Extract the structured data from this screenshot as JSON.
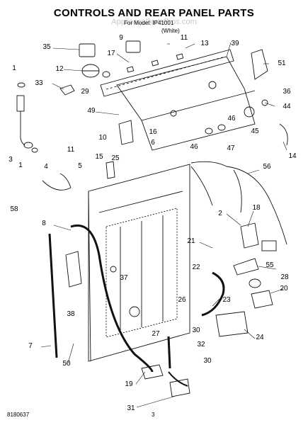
{
  "header": {
    "title": "CONTROLS AND REAR PANEL PARTS",
    "model": "For Model: IP41001",
    "variant": "(White)",
    "watermark": "AppliancePartsPros.com"
  },
  "footer": {
    "doc_number": "8180637",
    "page_number": "3"
  },
  "callouts": [
    {
      "id": "c1a",
      "text": "1"
    },
    {
      "id": "c1b",
      "text": "1"
    },
    {
      "id": "c2",
      "text": "2"
    },
    {
      "id": "c3",
      "text": "3"
    },
    {
      "id": "c4",
      "text": "4"
    },
    {
      "id": "c5",
      "text": "5"
    },
    {
      "id": "c6",
      "text": "6"
    },
    {
      "id": "c7",
      "text": "7"
    },
    {
      "id": "c8",
      "text": "8"
    },
    {
      "id": "c9",
      "text": "9"
    },
    {
      "id": "c10",
      "text": "10"
    },
    {
      "id": "c11a",
      "text": "11"
    },
    {
      "id": "c11b",
      "text": "11"
    },
    {
      "id": "c12",
      "text": "12"
    },
    {
      "id": "c13",
      "text": "13"
    },
    {
      "id": "c14",
      "text": "14"
    },
    {
      "id": "c15",
      "text": "15"
    },
    {
      "id": "c16",
      "text": "16"
    },
    {
      "id": "c17",
      "text": "17"
    },
    {
      "id": "c18",
      "text": "18"
    },
    {
      "id": "c19",
      "text": "19"
    },
    {
      "id": "c20",
      "text": "20"
    },
    {
      "id": "c21",
      "text": "21"
    },
    {
      "id": "c22",
      "text": "22"
    },
    {
      "id": "c23",
      "text": "23"
    },
    {
      "id": "c24",
      "text": "24"
    },
    {
      "id": "c25",
      "text": "25"
    },
    {
      "id": "c26",
      "text": "26"
    },
    {
      "id": "c27",
      "text": "27"
    },
    {
      "id": "c28",
      "text": "28"
    },
    {
      "id": "c29",
      "text": "29"
    },
    {
      "id": "c30a",
      "text": "30"
    },
    {
      "id": "c30b",
      "text": "30"
    },
    {
      "id": "c31",
      "text": "31"
    },
    {
      "id": "c32",
      "text": "32"
    },
    {
      "id": "c33",
      "text": "33"
    },
    {
      "id": "c35",
      "text": "35"
    },
    {
      "id": "c36",
      "text": "36"
    },
    {
      "id": "c37",
      "text": "37"
    },
    {
      "id": "c38",
      "text": "38"
    },
    {
      "id": "c39",
      "text": "39"
    },
    {
      "id": "c44",
      "text": "44"
    },
    {
      "id": "c45",
      "text": "45"
    },
    {
      "id": "c46a",
      "text": "46"
    },
    {
      "id": "c46b",
      "text": "46"
    },
    {
      "id": "c47",
      "text": "47"
    },
    {
      "id": "c49",
      "text": "49"
    },
    {
      "id": "c50",
      "text": "50"
    },
    {
      "id": "c51",
      "text": "51"
    },
    {
      "id": "c55",
      "text": "55"
    },
    {
      "id": "c56",
      "text": "56"
    },
    {
      "id": "c58",
      "text": "58"
    }
  ]
}
